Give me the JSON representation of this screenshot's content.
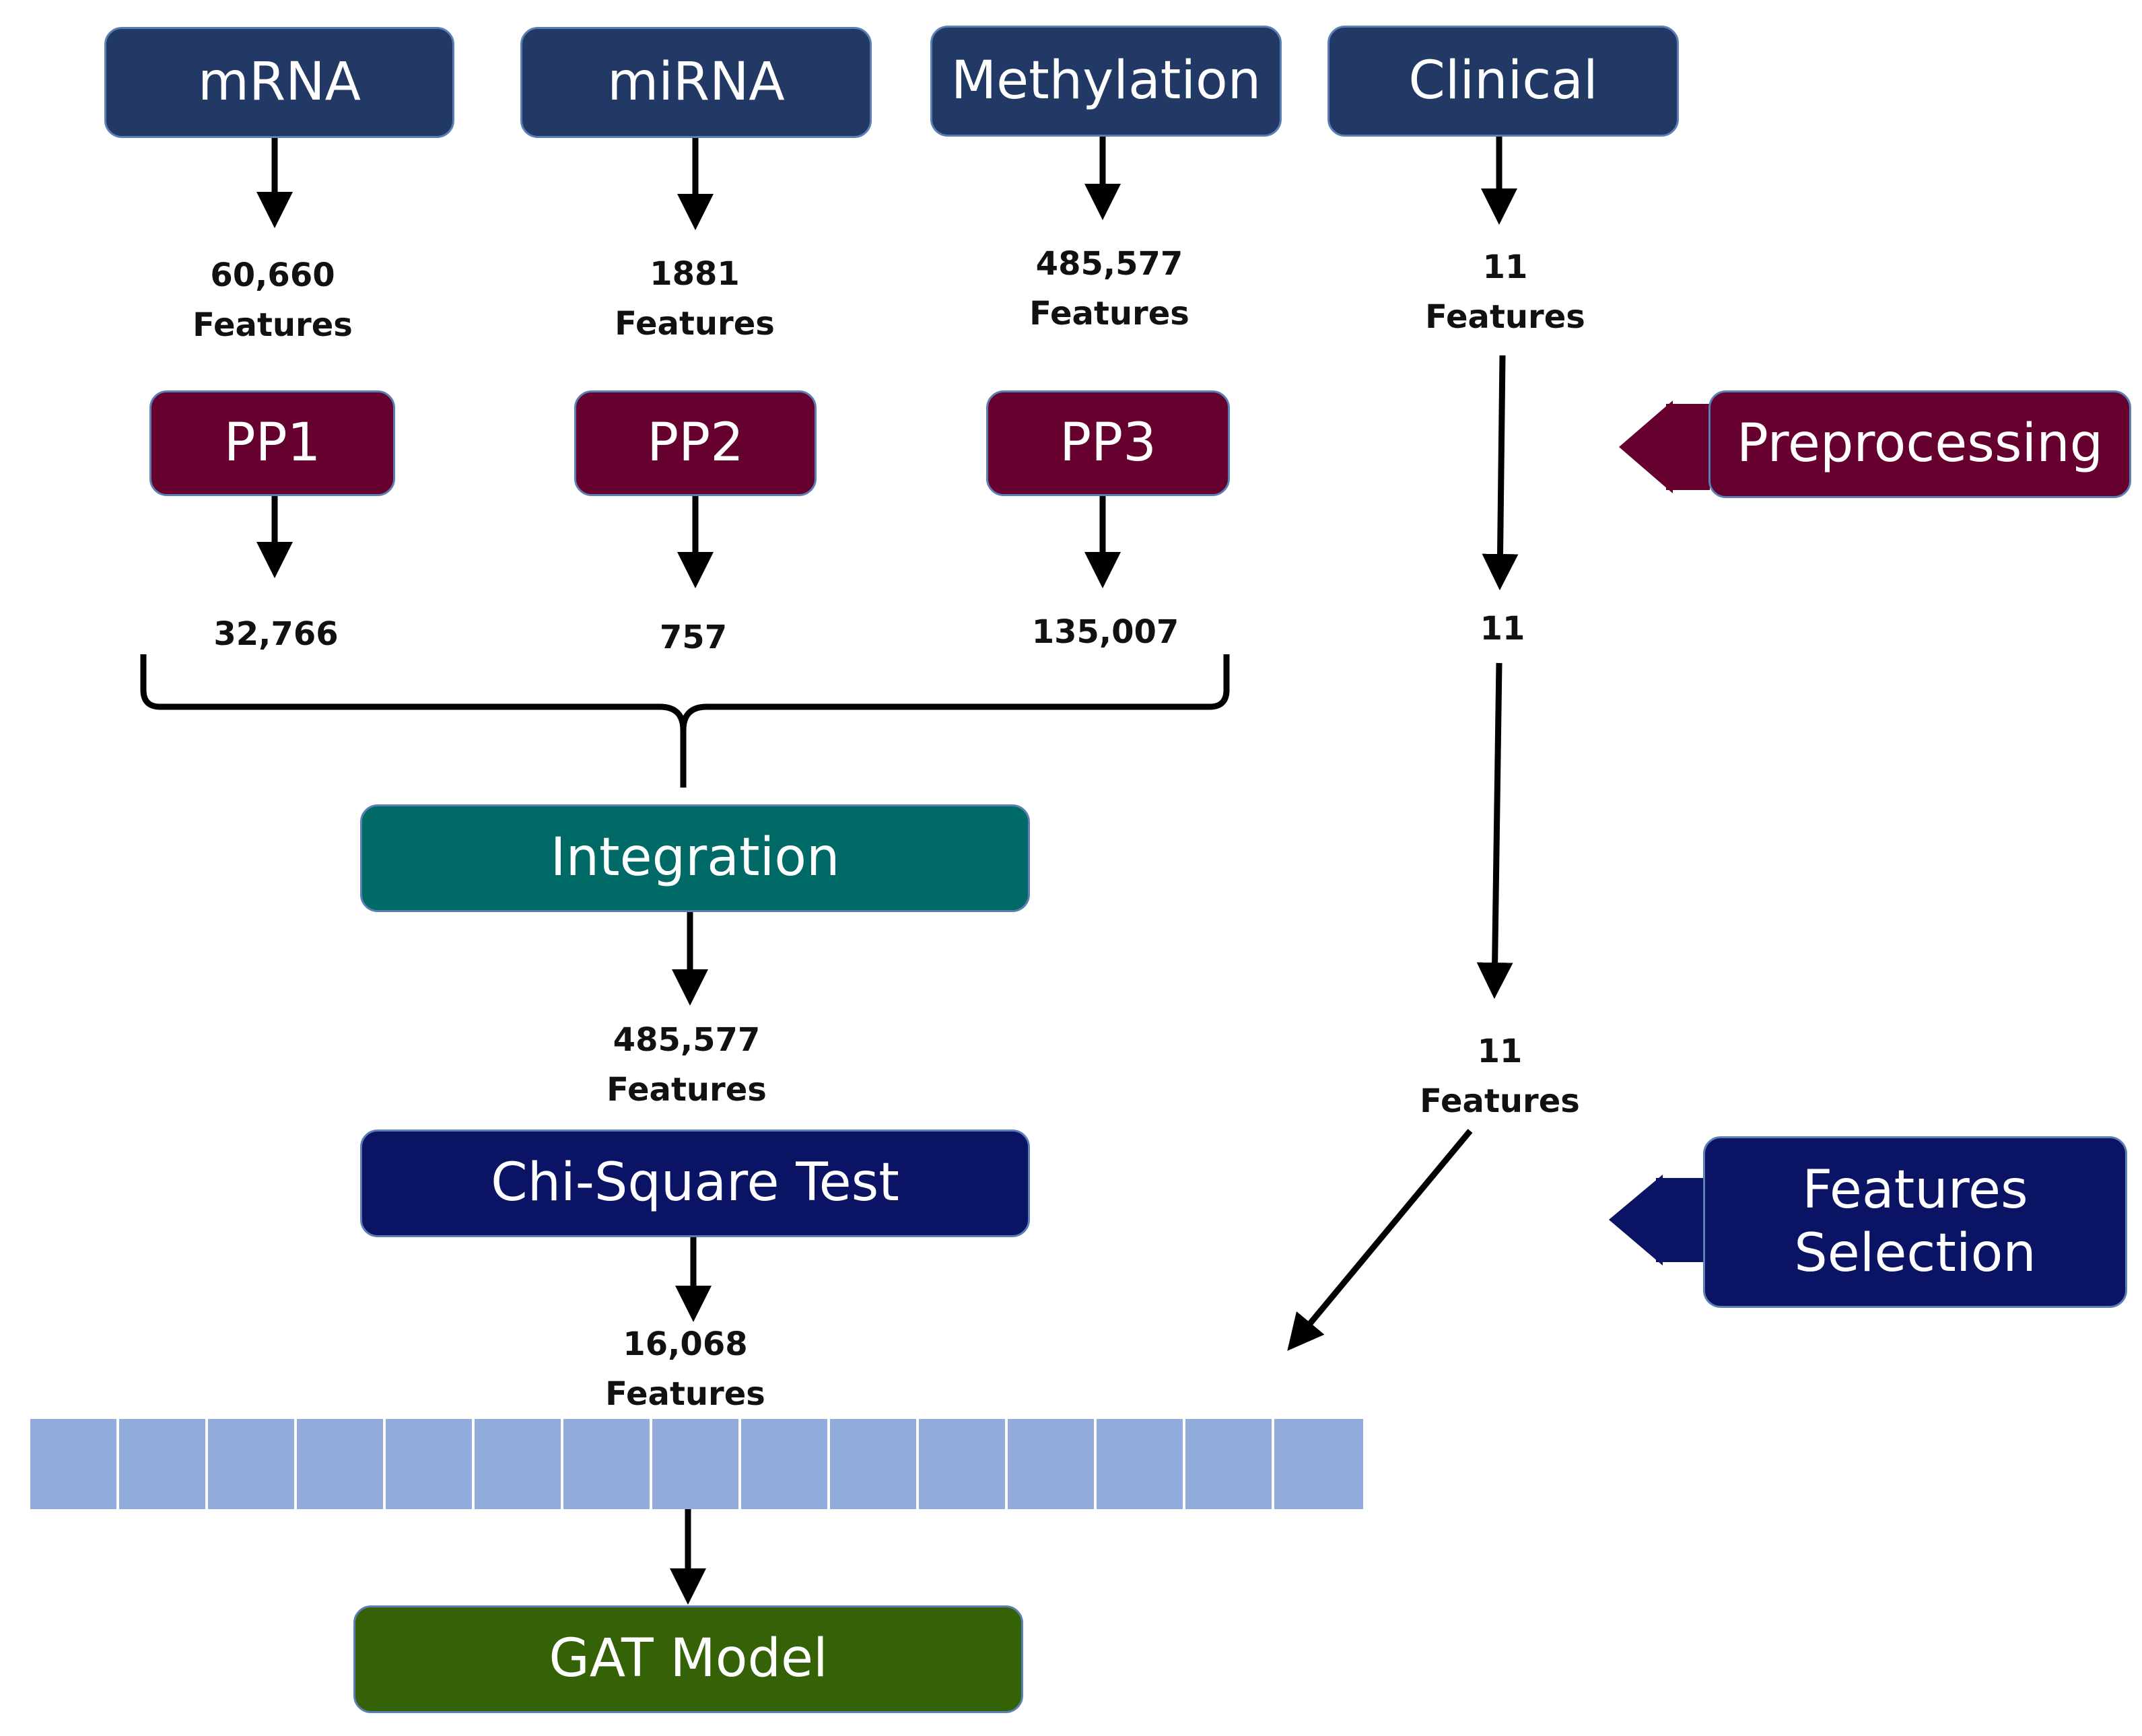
{
  "sources": [
    {
      "label": "mRNA"
    },
    {
      "label": "miRNA"
    },
    {
      "label": "Methylation"
    },
    {
      "label": "Clinical"
    }
  ],
  "raw_counts": [
    "60,660\nFeatures",
    "1881\nFeatures",
    "485,577\nFeatures",
    "11\nFeatures"
  ],
  "pp_boxes": [
    "PP1",
    "PP2",
    "PP3"
  ],
  "processed_counts": [
    "32,766",
    "757",
    "135,007",
    "11"
  ],
  "integration": "Integration",
  "integrated_count": "485,577\nFeatures",
  "clinical_selected": "11\nFeatures",
  "chi_square": "Chi-Square Test",
  "selected_count": "16,068\nFeatures",
  "feature_vector_cells": 15,
  "model": "GAT Model",
  "legend": {
    "preprocessing": "Preprocessing",
    "features_selection": "Features\nSelection"
  },
  "colors": {
    "source": "#213964",
    "preprocessing": "#65002f",
    "integration": "#006a66",
    "chi_square": "#0b1464",
    "model": "#356207",
    "vector_cell": "#92abdd"
  }
}
